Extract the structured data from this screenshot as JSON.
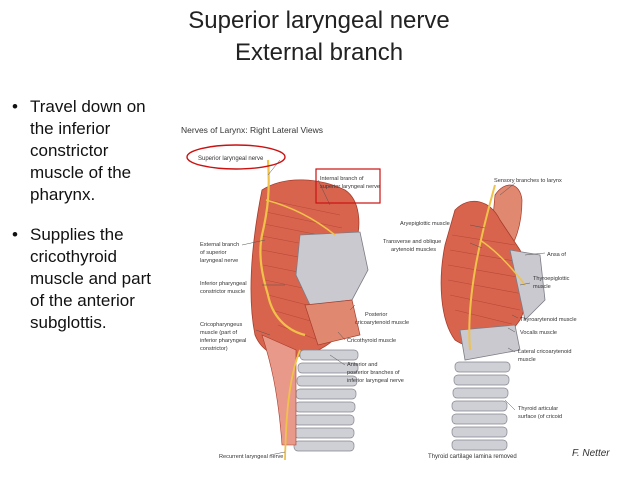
{
  "slide": {
    "title_line1": "Superior laryngeal nerve",
    "title_line2": "External branch",
    "bullets": [
      {
        "lines": [
          "Travel down on",
          "the inferior",
          "constrictor",
          "muscle of the",
          "pharynx."
        ]
      },
      {
        "lines": [
          "Supplies the",
          "cricothyroid",
          "muscle and part",
          "of the anterior",
          "subglottis."
        ]
      }
    ]
  },
  "figure": {
    "heading": "Nerves of Larynx: Right Lateral Views",
    "left_labels": {
      "superior": "Superior laryngeal nerve",
      "internal": [
        "Internal branch of",
        "superior laryngeal nerve"
      ],
      "external": [
        "External branch",
        "of superior",
        "laryngeal nerve"
      ],
      "inferior_constrictor": [
        "Inferior pharyngeal",
        "constrictor muscle"
      ],
      "cricopharyngeus": [
        "Cricopharyngeus",
        "muscle (part of",
        "inferior pharyngeal",
        "constrictor)"
      ],
      "posterior_crico": [
        "Posterior",
        "cricoarytenoid muscle"
      ],
      "cricothyroid": "Cricothyroid muscle",
      "ant_post_branches": [
        "Anterior and",
        "posterior branches of",
        "inferior laryngeal nerve"
      ],
      "recurrent": "Recurrent laryngeal nerve"
    },
    "right_labels": {
      "sensory": "Sensory branches to larynx",
      "aryepiglottic": "Aryepiglottic muscle",
      "transverse": [
        "Transverse and oblique",
        "arytenoid muscles"
      ],
      "ansa": "Ansa of",
      "thyroepiglottic": [
        "Thyroepiglottic",
        "muscle"
      ],
      "thyroarytenoid": "Thyroarytenoid muscle",
      "vocalis": "Vocalis muscle",
      "lateral_crico": [
        "Lateral cricoarytenoid",
        "muscle"
      ],
      "thyroid_articular": [
        "Thyroid articular",
        "surface (of cricoid"
      ],
      "lamina_removed": "Thyroid cartilage lamina removed"
    },
    "signature": "F. Netter",
    "colors": {
      "muscle": "#d9644e",
      "muscle_light": "#e8998a",
      "cartilage": "#c9c9cf",
      "nerve": "#f0c24a",
      "highlight_ellipse": "#cc1111"
    }
  }
}
